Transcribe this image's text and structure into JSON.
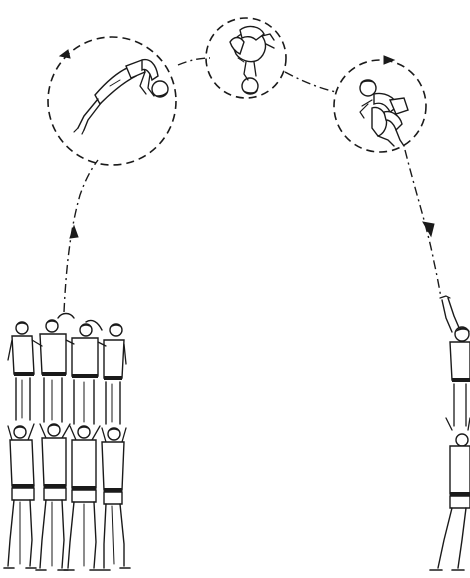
{
  "figure": {
    "background": "#ffffff",
    "ink_color": "#1a1a1a",
    "phases": [
      "layout-flight",
      "tuck-rotation",
      "tuck-landing-prep"
    ],
    "elements": [
      "human-pyramid",
      "catcher-column",
      "flight-trajectory"
    ]
  }
}
